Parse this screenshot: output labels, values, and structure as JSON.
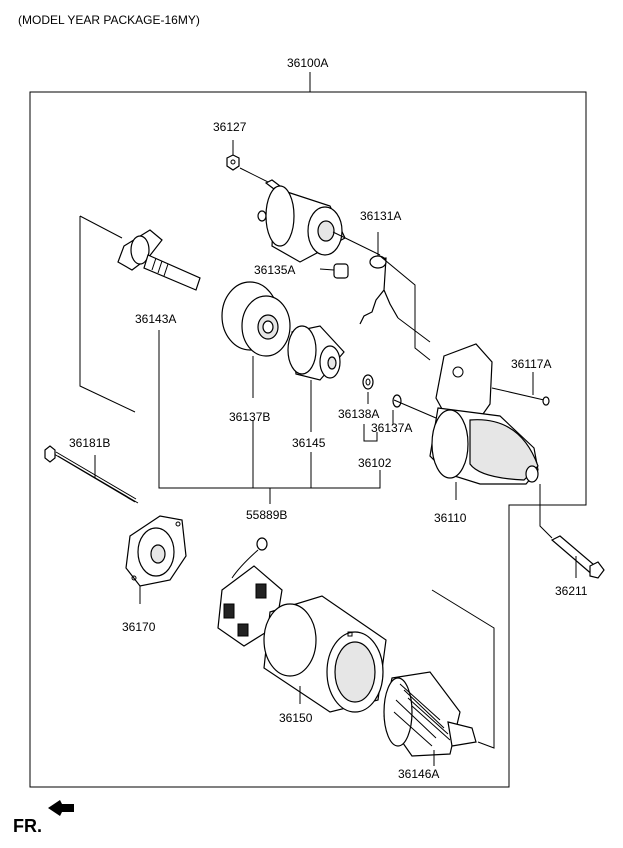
{
  "header": {
    "model_year_package": "(MODEL YEAR PACKAGE-16MY)"
  },
  "assembly": {
    "part_no": "36100A"
  },
  "callouts": {
    "p36127": "36127",
    "p36131A": "36131A",
    "p36135A": "36135A",
    "p36143A": "36143A",
    "p36117A": "36117A",
    "p36137B": "36137B",
    "p36145": "36145",
    "p36138A": "36138A",
    "p36137A": "36137A",
    "p36102": "36102",
    "p36110": "36110",
    "p36181B": "36181B",
    "p55889B": "55889B",
    "p36211": "36211",
    "p36170": "36170",
    "p36150": "36150",
    "p36146A": "36146A"
  },
  "footer": {
    "direction_label": "FR."
  }
}
